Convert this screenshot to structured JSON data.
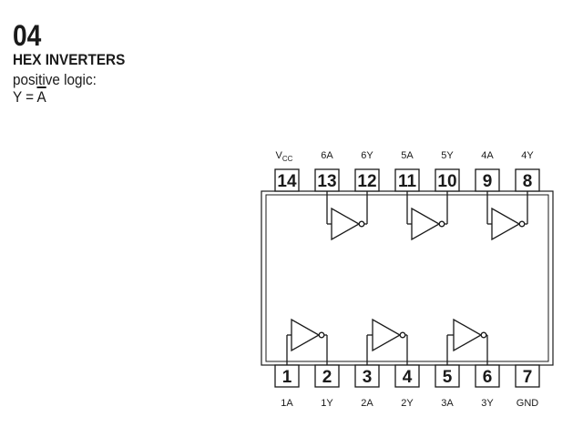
{
  "header": {
    "number": "04",
    "name": "HEX INVERTERS",
    "logic_label": "positive logic:",
    "equation_lhs": "Y = ",
    "equation_rhs": "A"
  },
  "pins_top": [
    {
      "number": "14",
      "label": "V",
      "sub": "CC"
    },
    {
      "number": "13",
      "label": "6A"
    },
    {
      "number": "12",
      "label": "6Y"
    },
    {
      "number": "11",
      "label": "5A"
    },
    {
      "number": "10",
      "label": "5Y"
    },
    {
      "number": "9",
      "label": "4A"
    },
    {
      "number": "8",
      "label": "4Y"
    }
  ],
  "pins_bottom": [
    {
      "number": "1",
      "label": "1A"
    },
    {
      "number": "2",
      "label": "1Y"
    },
    {
      "number": "3",
      "label": "2A"
    },
    {
      "number": "4",
      "label": "2Y"
    },
    {
      "number": "5",
      "label": "3A"
    },
    {
      "number": "6",
      "label": "3Y"
    },
    {
      "number": "7",
      "label": "GND"
    }
  ],
  "colors": {
    "ink": "#1a1a1a",
    "background": "#ffffff"
  }
}
